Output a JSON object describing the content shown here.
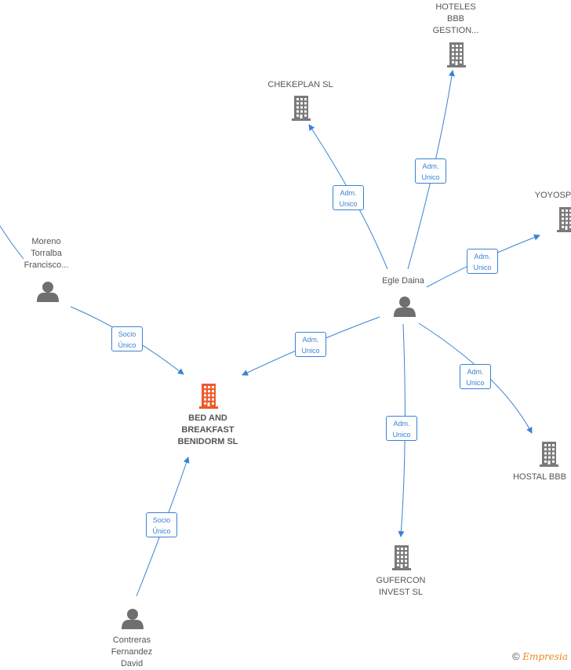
{
  "colors": {
    "edge": "#3a82d4",
    "company": "#7a7a7a",
    "focus_company": "#f0582a",
    "person": "#6f6f6f"
  },
  "nodes": [
    {
      "id": "bed",
      "type": "company",
      "focus": true,
      "label": "BED AND\nBREAKFAST\nBENIDORM  SL",
      "icon": "building-icon"
    },
    {
      "id": "moreno",
      "type": "person",
      "label": "Moreno\nTorralba\nFrancisco...",
      "icon": "person-icon"
    },
    {
      "id": "contreras",
      "type": "person",
      "label": "Contreras\nFernandez\nDavid",
      "icon": "person-icon"
    },
    {
      "id": "egle",
      "type": "person",
      "label": "Egle Daina",
      "icon": "person-icon"
    },
    {
      "id": "chekeplan",
      "type": "company",
      "label": "CHEKEPLAN SL",
      "icon": "building-icon"
    },
    {
      "id": "hoteles",
      "type": "company",
      "label": "HOTELES\nBBB\nGESTION...",
      "icon": "building-icon"
    },
    {
      "id": "yoyosp",
      "type": "company",
      "label": "YOYOSP",
      "icon": "building-icon"
    },
    {
      "id": "hostal",
      "type": "company",
      "label": "HOSTAL BBB",
      "icon": "building-icon"
    },
    {
      "id": "gufercon",
      "type": "company",
      "label": "GUFERCON\nINVEST SL",
      "icon": "building-icon"
    }
  ],
  "edges": [
    {
      "from": "moreno",
      "to": "bed",
      "label": "Socio\nÚnico"
    },
    {
      "from": "contreras",
      "to": "bed",
      "label": "Socio\nÚnico"
    },
    {
      "from": "egle",
      "to": "bed",
      "label": "Adm.\nUnico"
    },
    {
      "from": "egle",
      "to": "chekeplan",
      "label": "Adm.\nUnico"
    },
    {
      "from": "egle",
      "to": "hoteles",
      "label": "Adm.\nUnico"
    },
    {
      "from": "egle",
      "to": "yoyosp",
      "label": "Adm.\nUnico"
    },
    {
      "from": "egle",
      "to": "hostal",
      "label": "Adm.\nUnico"
    },
    {
      "from": "egle",
      "to": "gufercon",
      "label": "Adm.\nUnico"
    }
  ],
  "watermark": {
    "symbol": "©",
    "brand": "Empresia"
  }
}
